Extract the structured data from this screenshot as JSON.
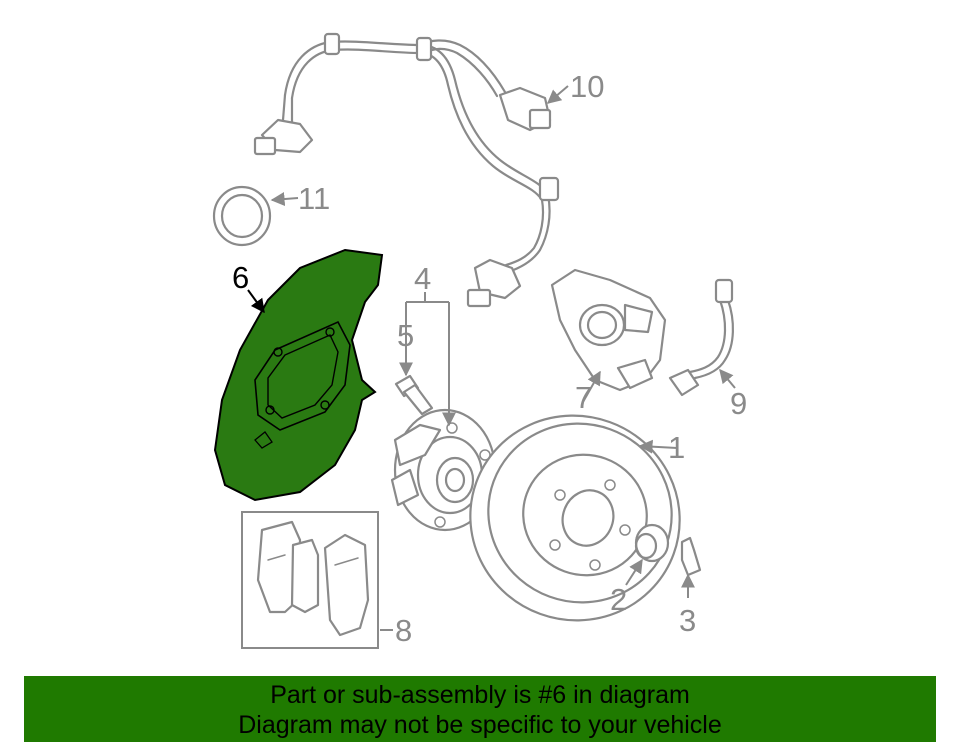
{
  "highlight_color": "#2a7a12",
  "banner_color": "#1f7a00",
  "callouts": {
    "c1": "1",
    "c2": "2",
    "c3": "3",
    "c4": "4",
    "c5": "5",
    "c6": "6",
    "c7": "7",
    "c8": "8",
    "c9": "9",
    "c10": "10",
    "c11": "11"
  },
  "highlighted_part": "6",
  "banner": {
    "line1": "Part or sub-assembly is #6 in diagram",
    "line2": "Diagram may not be specific to your vehicle"
  }
}
